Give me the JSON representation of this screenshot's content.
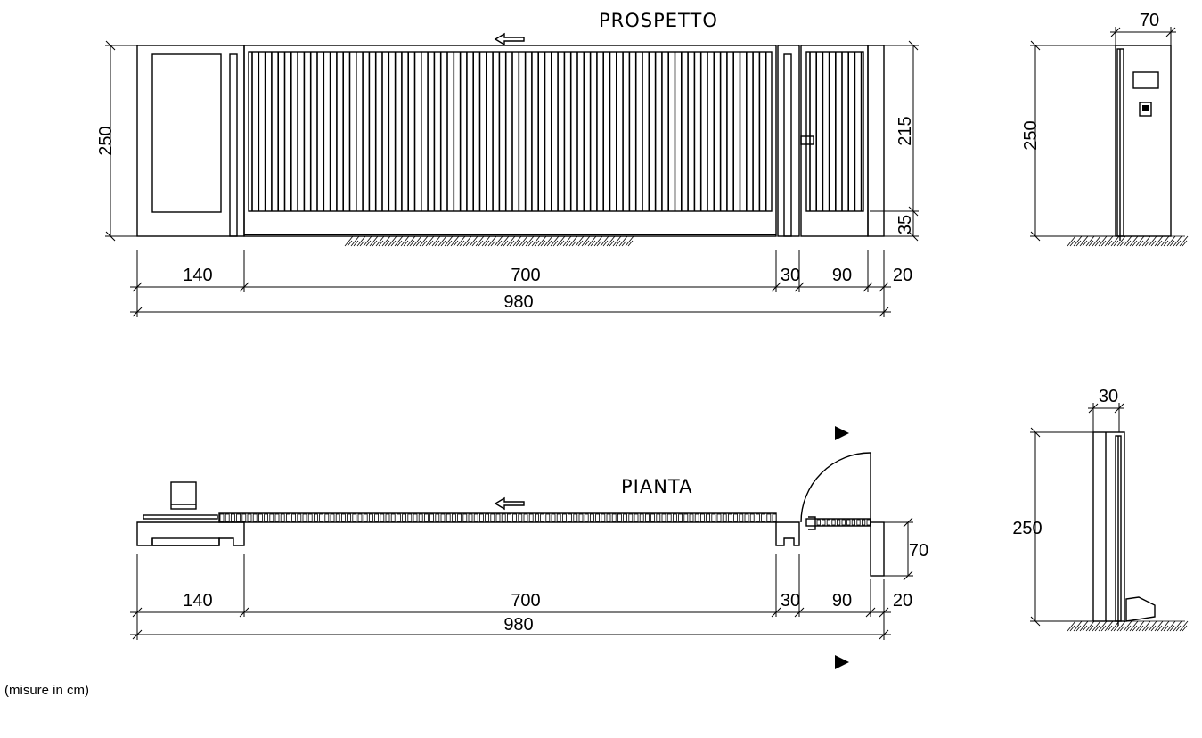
{
  "titles": {
    "elevation": "PROSPETTO",
    "plan": "PIANTA"
  },
  "note": "(misure in cm)",
  "elevation_dims": {
    "height_total": "250",
    "height_upper": "215",
    "height_lower": "35",
    "seg_post_left": "140",
    "seg_gate": "700",
    "seg_gap": "30",
    "seg_door": "90",
    "seg_post_right": "20",
    "total_width": "980"
  },
  "plan_dims": {
    "seg_post_left": "140",
    "seg_gate": "700",
    "seg_gap": "30",
    "seg_door": "90",
    "seg_post_right": "20",
    "total_width": "980",
    "depth": "70"
  },
  "side_elevation_dims": {
    "width": "70",
    "height": "250"
  },
  "section_dims": {
    "width": "30",
    "height": "250"
  }
}
